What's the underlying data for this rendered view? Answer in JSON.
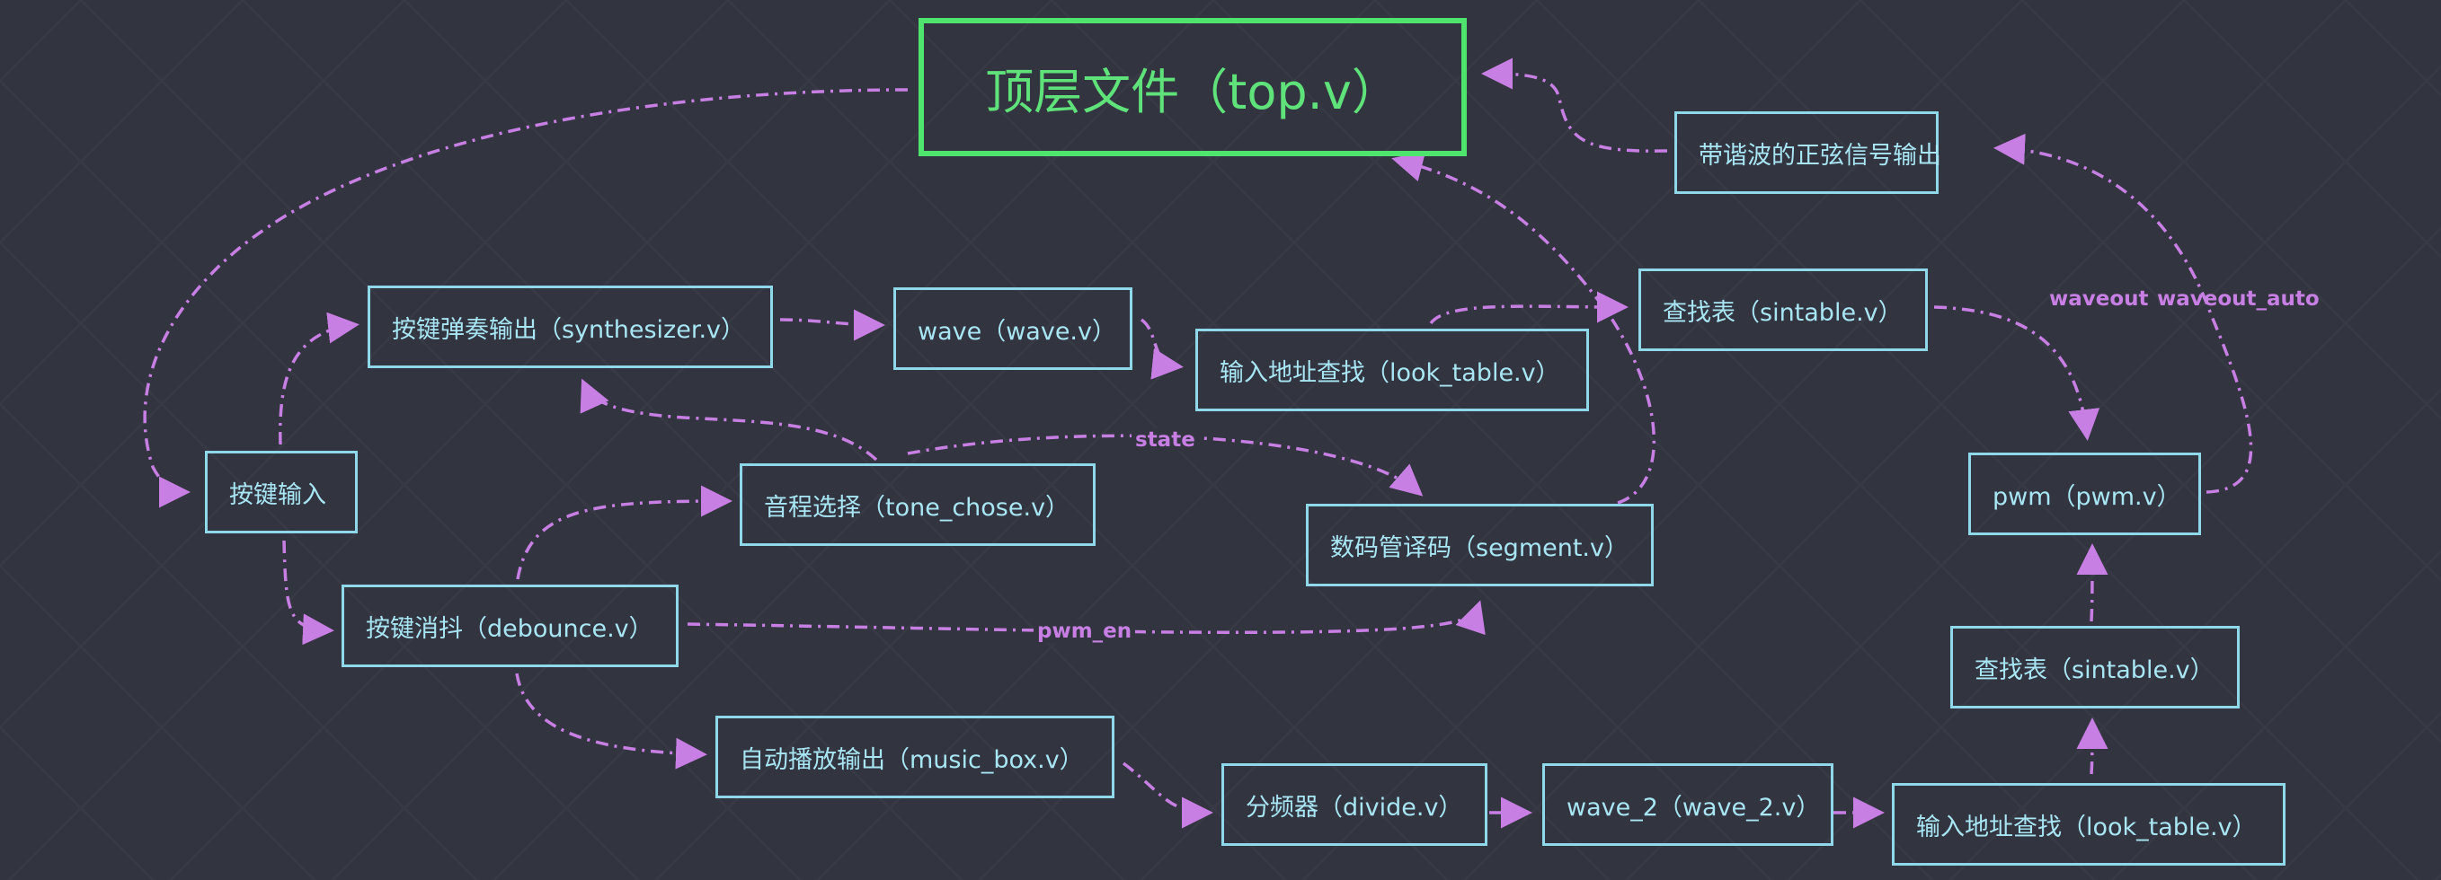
{
  "colors": {
    "background": "#323440",
    "node_border": "#8fd8ea",
    "top_border": "#4ee46e",
    "arrow": "#c77fe3"
  },
  "nodes": {
    "top": "顶层文件（top.v）",
    "harmonic_out": "带谐波的正弦信号输出",
    "synthesizer": "按键弹奏输出（synthesizer.v）",
    "wave": "wave（wave.v）",
    "look_table_1": "输入地址查找（look_table.v）",
    "sintable_1": "查找表（sintable.v）",
    "key_input": "按键输入",
    "tone_chose": "音程选择（tone_chose.v）",
    "segment": "数码管译码（segment.v）",
    "pwm": "pwm（pwm.v）",
    "debounce": "按键消抖（debounce.v）",
    "sintable_2": "查找表（sintable.v）",
    "music_box": "自动播放输出（music_box.v）",
    "divide": "分频器（divide.v）",
    "wave_2": "wave_2（wave_2.v）",
    "look_table_2": "输入地址查找（look_table.v）"
  },
  "edge_labels": {
    "state": "state",
    "pwm_en": "pwm_en",
    "waveout": "waveout",
    "waveout_auto": "waveout_auto"
  }
}
